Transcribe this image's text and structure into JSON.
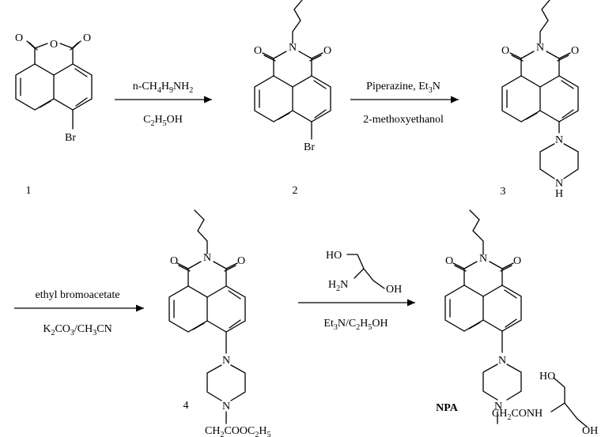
{
  "compounds": {
    "c1": "1",
    "c2": "2",
    "c3": "3",
    "c4": "4",
    "npa": "NPA"
  },
  "steps": {
    "step1_above": "n-CH4H9NH2",
    "step1_below": "C2H5OH",
    "step2_above": "Piperazine, Et3N",
    "step2_below": "2-methoxyethanol",
    "step3_above": "ethyl bromoacetate",
    "step3_below": "K2CO3/CH3CN",
    "step4_below": "Et3N/C2H5OH"
  },
  "atoms": {
    "O": "O",
    "N": "N",
    "Br": "Br",
    "H": "H",
    "HO": "HO",
    "OH": "OH",
    "H2N": "H2N",
    "ester": "CH2COOC2H5",
    "amide": "CH2CONH"
  }
}
